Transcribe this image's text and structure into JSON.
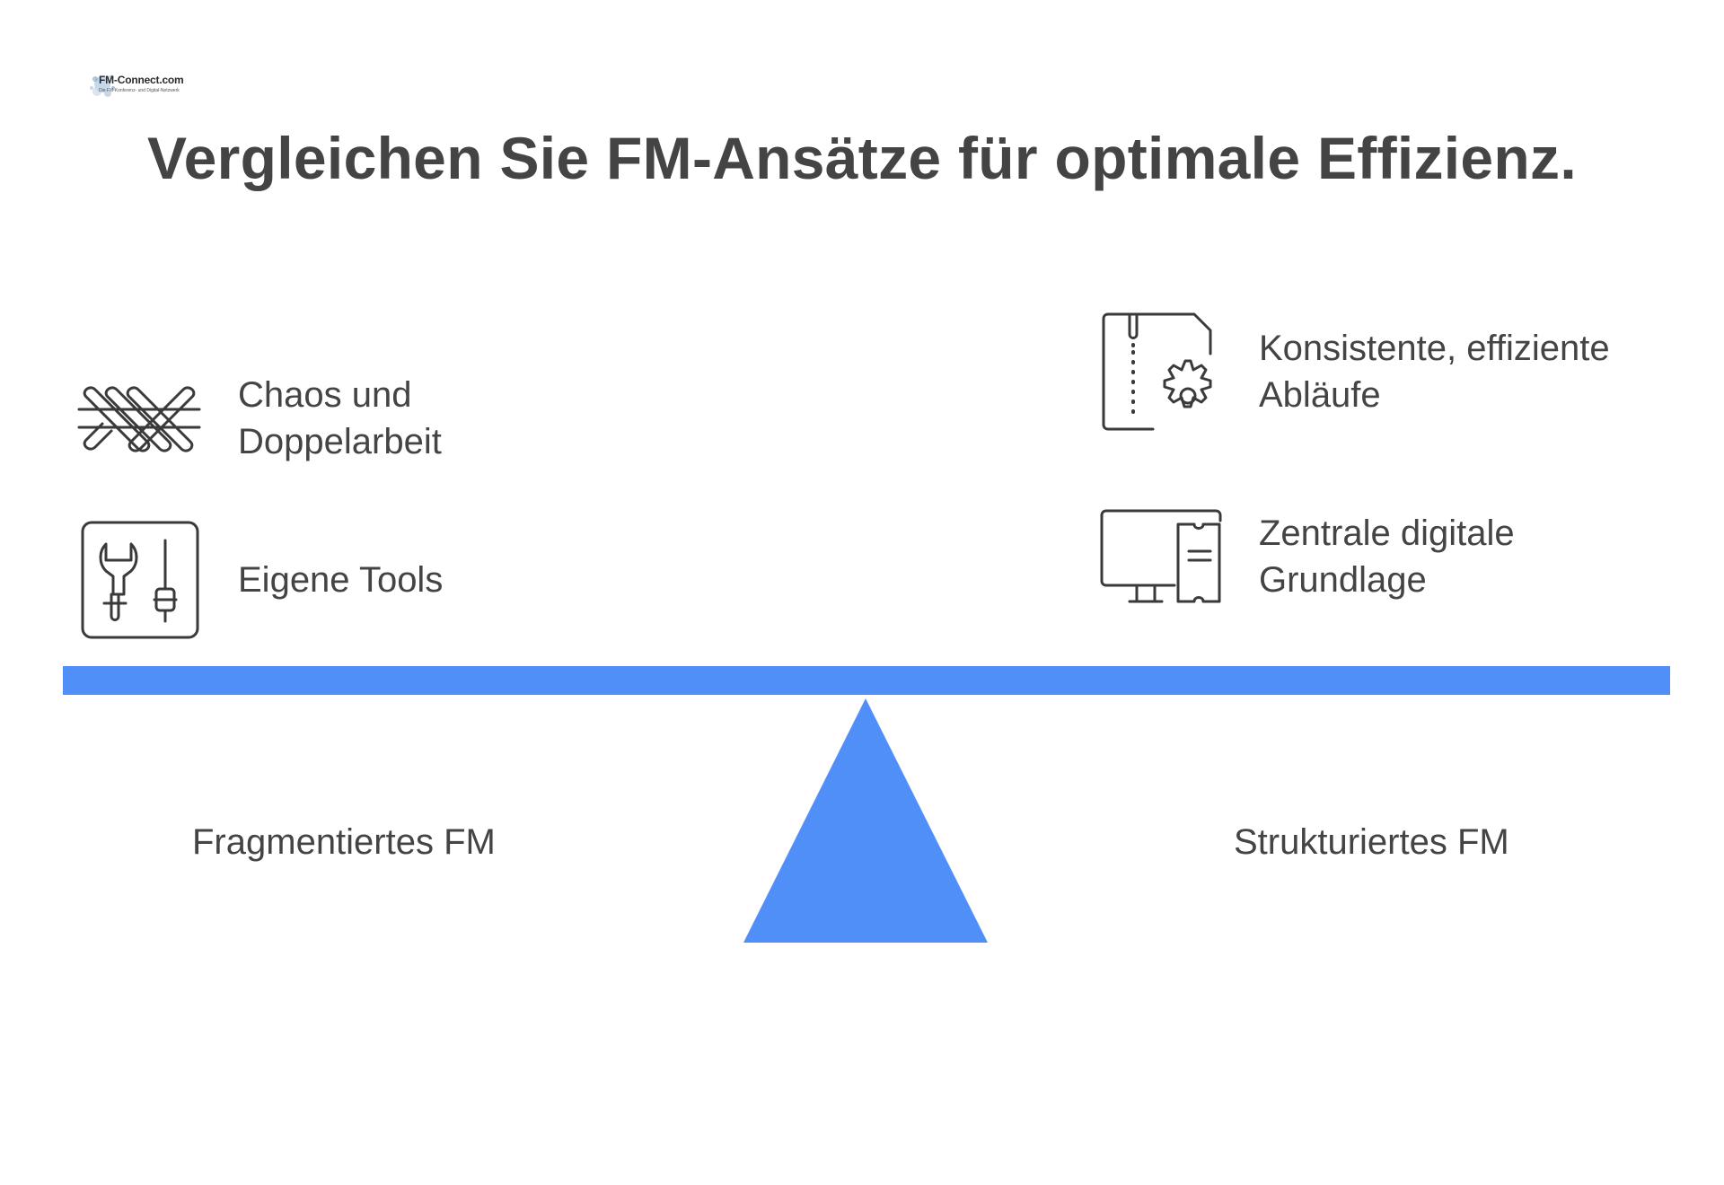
{
  "logo": {
    "name": "FM-Connect.com",
    "tagline": "Die FM-Konferenz- und Digital-Netzwerk"
  },
  "title": "Vergleichen Sie FM-Ansätze für optimale Effizienz.",
  "left_side": {
    "label": "Fragmentiertes FM",
    "items": [
      {
        "icon": "tangled-lines-icon",
        "line1": "Chaos und",
        "line2": "Doppelarbeit"
      },
      {
        "icon": "tools-icon",
        "line1": "Eigene Tools",
        "line2": ""
      }
    ]
  },
  "right_side": {
    "label": "Strukturiertes FM",
    "items": [
      {
        "icon": "document-gear-icon",
        "line1": "Konsistente, effiziente",
        "line2": "Abläufe"
      },
      {
        "icon": "monitor-document-icon",
        "line1": "Zentrale digitale",
        "line2": "Grundlage"
      }
    ]
  },
  "colors": {
    "accent": "#4f8ff7",
    "text": "#444444",
    "icon_stroke": "#3a3a3a"
  }
}
